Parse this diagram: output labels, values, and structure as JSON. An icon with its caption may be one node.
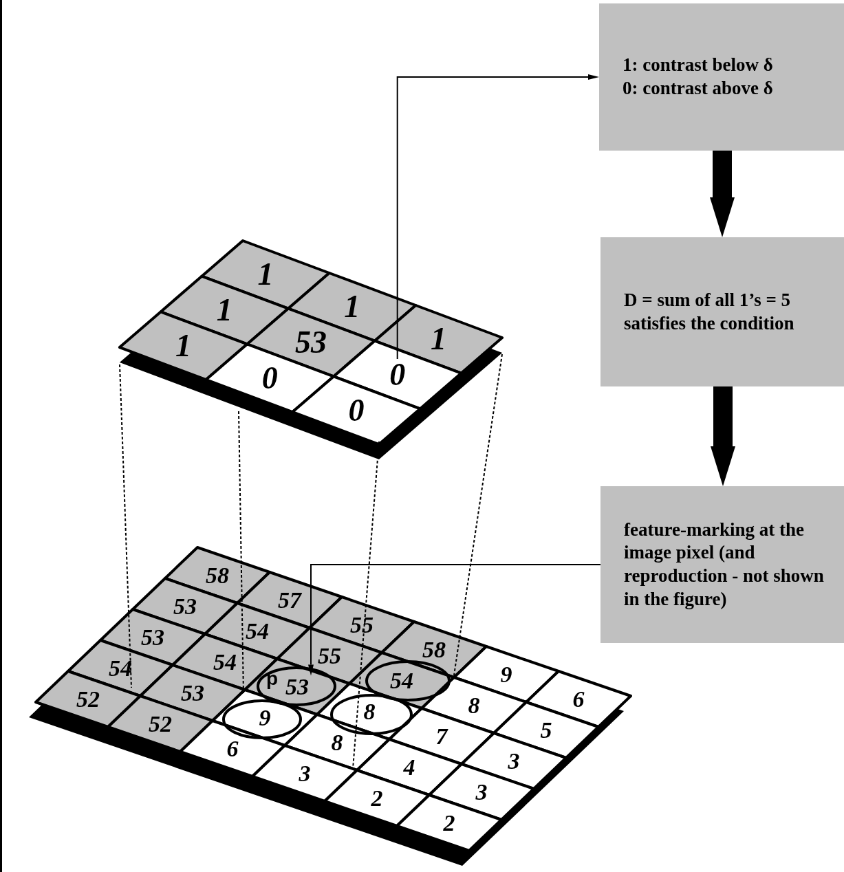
{
  "diagram": {
    "nodes": [
      {
        "text": [
          "1: contrast below δ",
          "0: contrast above δ"
        ]
      },
      {
        "text": [
          "D = sum of all 1’s = 5 satisfies the condition"
        ]
      },
      {
        "text": [
          "feature-marking at the image pixel (and reproduction - not shown in the figure)"
        ]
      },
      {
        "text": [
          "1"
        ]
      },
      {
        "text": [
          "1"
        ]
      },
      {
        "text": [
          "1"
        ]
      },
      {
        "text": [
          "1"
        ]
      },
      {
        "text": [
          "53"
        ]
      },
      {
        "text": [
          "0"
        ]
      },
      {
        "text": [
          "1"
        ]
      },
      {
        "text": [
          "0"
        ]
      },
      {
        "text": [
          "0"
        ]
      },
      {
        "text": [
          "58"
        ]
      },
      {
        "text": [
          "57"
        ]
      },
      {
        "text": [
          "55"
        ]
      },
      {
        "text": [
          "58"
        ]
      },
      {
        "text": [
          "9"
        ]
      },
      {
        "text": [
          "6"
        ]
      },
      {
        "text": [
          "53"
        ]
      },
      {
        "text": [
          "54"
        ]
      },
      {
        "text": [
          "55"
        ]
      },
      {
        "text": [
          "54"
        ]
      },
      {
        "text": [
          "8"
        ]
      },
      {
        "text": [
          "5"
        ]
      },
      {
        "text": [
          "53"
        ]
      },
      {
        "text": [
          "54"
        ]
      },
      {
        "text": [
          "53"
        ],
        "beside": [
          "p"
        ]
      },
      {
        "text": [
          "8"
        ]
      },
      {
        "text": [
          "7"
        ]
      },
      {
        "text": [
          "3"
        ]
      },
      {
        "text": [
          "54"
        ]
      },
      {
        "text": [
          "53"
        ]
      },
      {
        "text": [
          "9"
        ]
      },
      {
        "text": [
          "8"
        ]
      },
      {
        "text": [
          "4"
        ]
      },
      {
        "text": [
          "3"
        ]
      },
      {
        "text": [
          "52"
        ]
      },
      {
        "text": [
          "52"
        ]
      },
      {
        "text": [
          "6"
        ]
      },
      {
        "text": [
          "3"
        ]
      },
      {
        "text": [
          "2"
        ]
      },
      {
        "text": [
          "2"
        ]
      }
    ],
    "edges": [
      {
        "from": 8,
        "to": 0,
        "arrow": "to"
      },
      {
        "from": 0,
        "to": 1,
        "arrow": "to",
        "style": "thick"
      },
      {
        "from": 1,
        "to": 2,
        "arrow": "to",
        "style": "thick"
      },
      {
        "from": 2,
        "to": 26,
        "arrow": "to"
      }
    ]
  }
}
